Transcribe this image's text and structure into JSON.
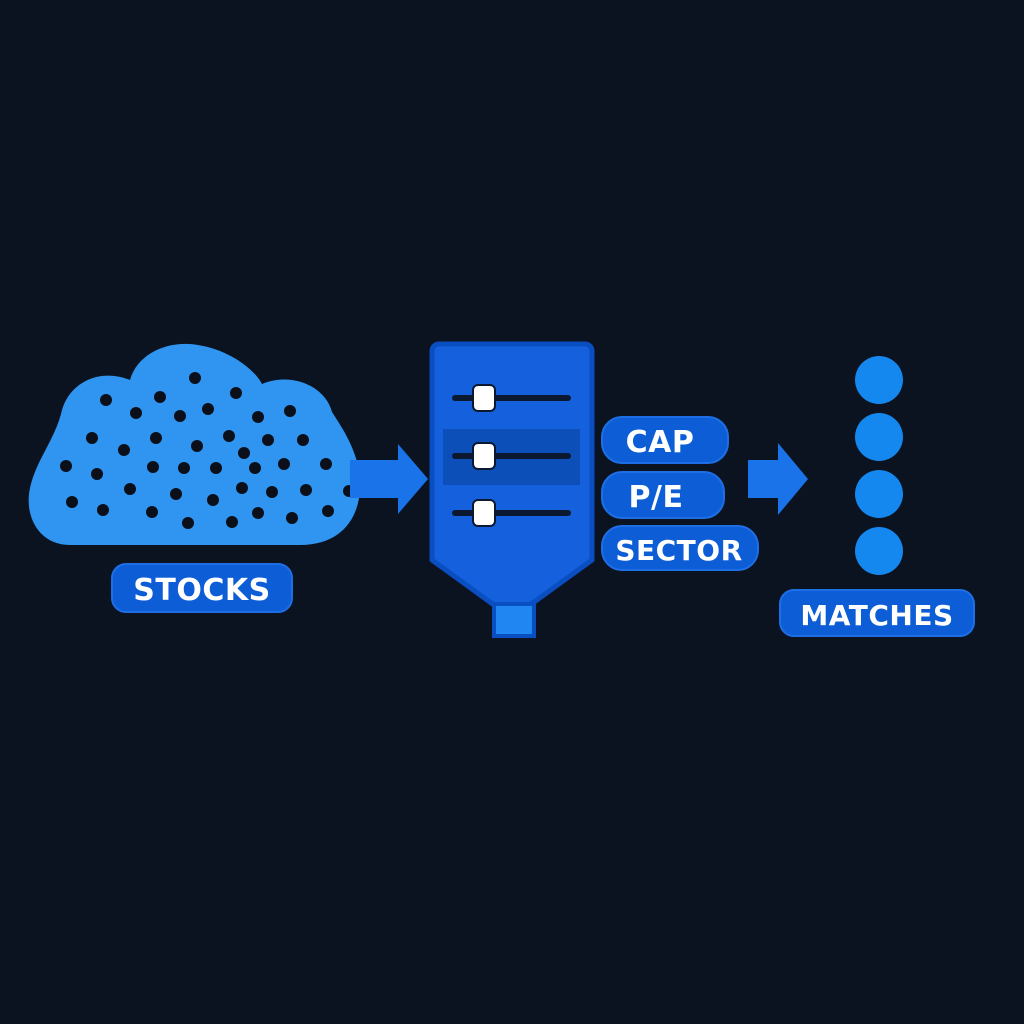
{
  "colors": {
    "background": "#0b1220",
    "cloud": "#2f95f0",
    "accent": "#1a73e8",
    "pill": "#0d5ed6",
    "pill_border": "#1e6fe6",
    "filter_body": "#1560dc",
    "filter_border": "#0a4fc2",
    "dot": "#0a0f1a",
    "match": "#1488ee"
  },
  "source": {
    "label": "STOCKS",
    "icon": "cloud-icon"
  },
  "filter": {
    "icon": "filter-funnel-icon",
    "slider_levels": [
      0.15,
      0.15,
      0.15
    ]
  },
  "criteria": [
    {
      "label": "CAP"
    },
    {
      "label": "P/E"
    },
    {
      "label": "SECTOR"
    }
  ],
  "output": {
    "label": "MATCHES",
    "match_count": 4
  }
}
